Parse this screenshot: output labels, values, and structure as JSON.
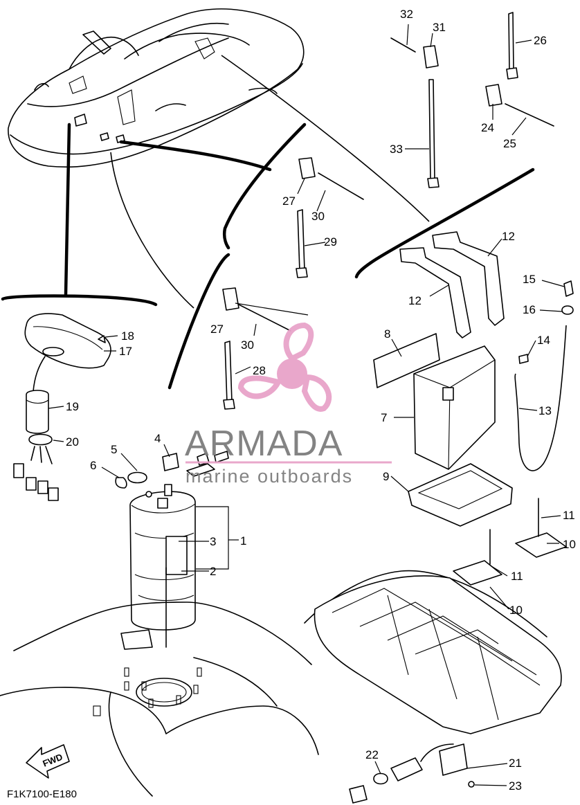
{
  "diagram": {
    "code": "F1K7100-E180",
    "fwd_label": "FWD",
    "watermark": {
      "title": "ARMADA",
      "subtitle": "marine outboards",
      "logo": "propeller-logo",
      "accent_color": "#e8a3c9",
      "text_color": "#7d7d7d"
    },
    "callouts": [
      {
        "id": "c1",
        "text": "1"
      },
      {
        "id": "c2",
        "text": "2"
      },
      {
        "id": "c3",
        "text": "3"
      },
      {
        "id": "c4",
        "text": "4"
      },
      {
        "id": "c5",
        "text": "5"
      },
      {
        "id": "c6",
        "text": "6"
      },
      {
        "id": "c7",
        "text": "7"
      },
      {
        "id": "c8",
        "text": "8"
      },
      {
        "id": "c9",
        "text": "9"
      },
      {
        "id": "c10a",
        "text": "10"
      },
      {
        "id": "c10b",
        "text": "10"
      },
      {
        "id": "c11a",
        "text": "11"
      },
      {
        "id": "c11b",
        "text": "11"
      },
      {
        "id": "c12a",
        "text": "12"
      },
      {
        "id": "c12b",
        "text": "12"
      },
      {
        "id": "c13",
        "text": "13"
      },
      {
        "id": "c14",
        "text": "14"
      },
      {
        "id": "c15",
        "text": "15"
      },
      {
        "id": "c16",
        "text": "16"
      },
      {
        "id": "c17",
        "text": "17"
      },
      {
        "id": "c18",
        "text": "18"
      },
      {
        "id": "c19",
        "text": "19"
      },
      {
        "id": "c20",
        "text": "20"
      },
      {
        "id": "c21",
        "text": "21"
      },
      {
        "id": "c22",
        "text": "22"
      },
      {
        "id": "c23",
        "text": "23"
      },
      {
        "id": "c24",
        "text": "24"
      },
      {
        "id": "c25",
        "text": "25"
      },
      {
        "id": "c26",
        "text": "26"
      },
      {
        "id": "c27a",
        "text": "27"
      },
      {
        "id": "c27b",
        "text": "27"
      },
      {
        "id": "c28",
        "text": "28"
      },
      {
        "id": "c29",
        "text": "29"
      },
      {
        "id": "c30a",
        "text": "30"
      },
      {
        "id": "c30b",
        "text": "30"
      },
      {
        "id": "c31",
        "text": "31"
      },
      {
        "id": "c32",
        "text": "32"
      },
      {
        "id": "c33",
        "text": "33"
      }
    ]
  }
}
